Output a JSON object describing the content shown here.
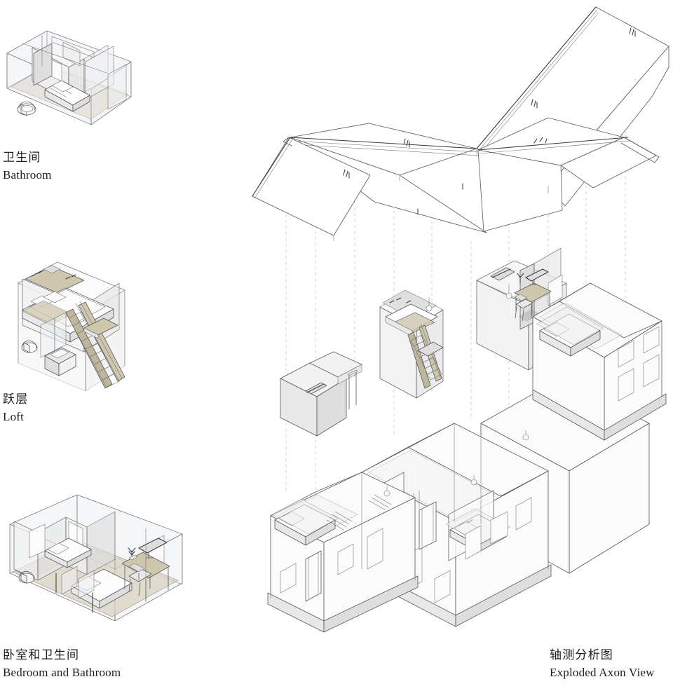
{
  "figure": {
    "title_cn": "轴测分析图",
    "title_en": "Exploded Axon View",
    "background_color": "#ffffff",
    "line_color": "#58585a",
    "guide_line_color": "#c3c3c3",
    "accent_wood_color": "#cfc6ae",
    "floor_tint_color": "#d9d3c2"
  },
  "captions": [
    {
      "id": "bathroom",
      "cn": "卫生间",
      "en": "Bathroom"
    },
    {
      "id": "loft",
      "cn": "跃层",
      "en": "Loft"
    },
    {
      "id": "bedroom_bathroom",
      "cn": "卧室和卫生间",
      "en": "Bedroom and Bathroom"
    },
    {
      "id": "axon",
      "cn": "轴测分析图",
      "en": "Exploded Axon View"
    }
  ],
  "panels": {
    "bathroom": {
      "label_cn": "卫生间",
      "label_en": "Bathroom",
      "view": "axonometric",
      "elements": [
        "toilet",
        "bathtub",
        "partition-wall",
        "mirror",
        "glass-screen",
        "ceiling-frame"
      ]
    },
    "loft": {
      "label_cn": "跃层",
      "label_en": "Loft",
      "view": "axonometric",
      "elements": [
        "upper-bed",
        "pillows",
        "staircase",
        "toilet",
        "washbasin",
        "shelf",
        "headboard-lights"
      ]
    },
    "bedroom_bathroom": {
      "label_cn": "卧室和卫生间",
      "label_en": "Bedroom and Bathroom",
      "view": "axonometric",
      "elements": [
        "twin-bed",
        "single-bed",
        "toilet",
        "desk",
        "chair",
        "monitor",
        "plant",
        "partition-wall",
        "glass-screen"
      ]
    },
    "axon": {
      "label_cn": "轴测分析图",
      "label_en": "Exploded Axon View",
      "view": "exploded-axonometric",
      "layers": [
        {
          "name": "roof",
          "description": "pitched roof planes with ridge beams"
        },
        {
          "name": "inserted-modules",
          "description": "floating room modules: desk unit, loft unit, bathroom-study unit"
        },
        {
          "name": "building-shell",
          "description": "L-shaped two-storey building with sectioned rooms"
        }
      ],
      "modules": [
        {
          "id": "desk-module",
          "label": "desk unit"
        },
        {
          "id": "loft-module",
          "label": "loft with staircase"
        },
        {
          "id": "study-bath-module",
          "label": "study and bathroom unit"
        }
      ]
    }
  }
}
